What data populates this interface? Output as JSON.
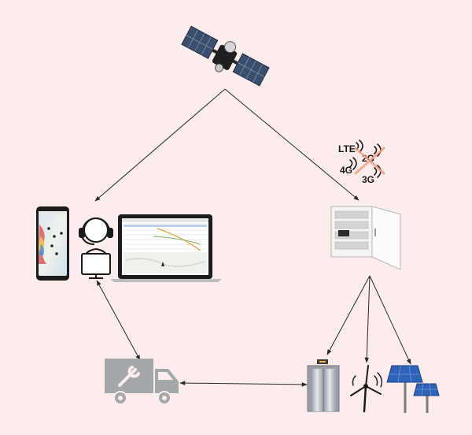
{
  "diagram": {
    "nodes": [
      {
        "id": "satellite",
        "icon": "satellite-icon"
      },
      {
        "id": "mobile-networks",
        "icon": "cellular-network-icon",
        "labels": [
          "LTE",
          "2G",
          "4G",
          "3G"
        ],
        "crossed_out": "2G"
      },
      {
        "id": "operator",
        "icon": "operator-with-headset-icon"
      },
      {
        "id": "smartphone",
        "icon": "smartphone-map-icon"
      },
      {
        "id": "laptop",
        "icon": "laptop-dashboard-icon"
      },
      {
        "id": "control-cabinet",
        "icon": "electrical-cabinet-icon"
      },
      {
        "id": "service-truck",
        "icon": "service-truck-icon"
      },
      {
        "id": "elevator",
        "icon": "elevator-icon"
      },
      {
        "id": "wind-turbine",
        "icon": "wind-turbine-icon"
      },
      {
        "id": "solar-panels",
        "icon": "solar-panel-icon"
      }
    ],
    "links": [
      {
        "from": "satellite",
        "to": "operator",
        "direction": "to"
      },
      {
        "from": "satellite",
        "to": "control-cabinet",
        "direction": "to"
      },
      {
        "from": "control-cabinet",
        "to": "elevator",
        "direction": "to"
      },
      {
        "from": "control-cabinet",
        "to": "wind-turbine",
        "direction": "to"
      },
      {
        "from": "control-cabinet",
        "to": "solar-panels",
        "direction": "to"
      },
      {
        "from": "operator",
        "to": "service-truck",
        "direction": "both"
      },
      {
        "from": "service-truck",
        "to": "elevator",
        "direction": "both"
      }
    ],
    "colors": {
      "background": "#fceceb",
      "link": "#2b2b2b",
      "truck": "#a5a8ab",
      "signal_cross": "#f3a08a",
      "solar": "#2d63b8"
    }
  }
}
